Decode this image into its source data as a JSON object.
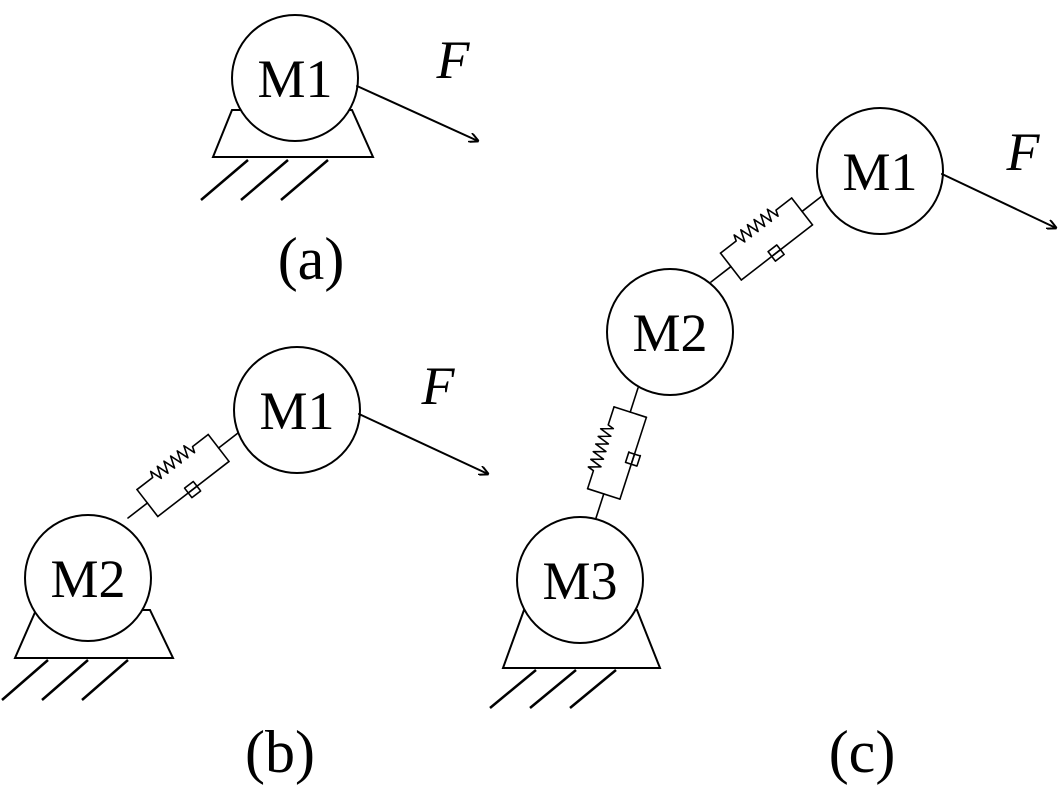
{
  "labels": {
    "m1": "M1",
    "m2": "M2",
    "m3": "M3",
    "force": "F"
  },
  "captions": {
    "a": "(a)",
    "b": "(b)",
    "c": "(c)"
  }
}
